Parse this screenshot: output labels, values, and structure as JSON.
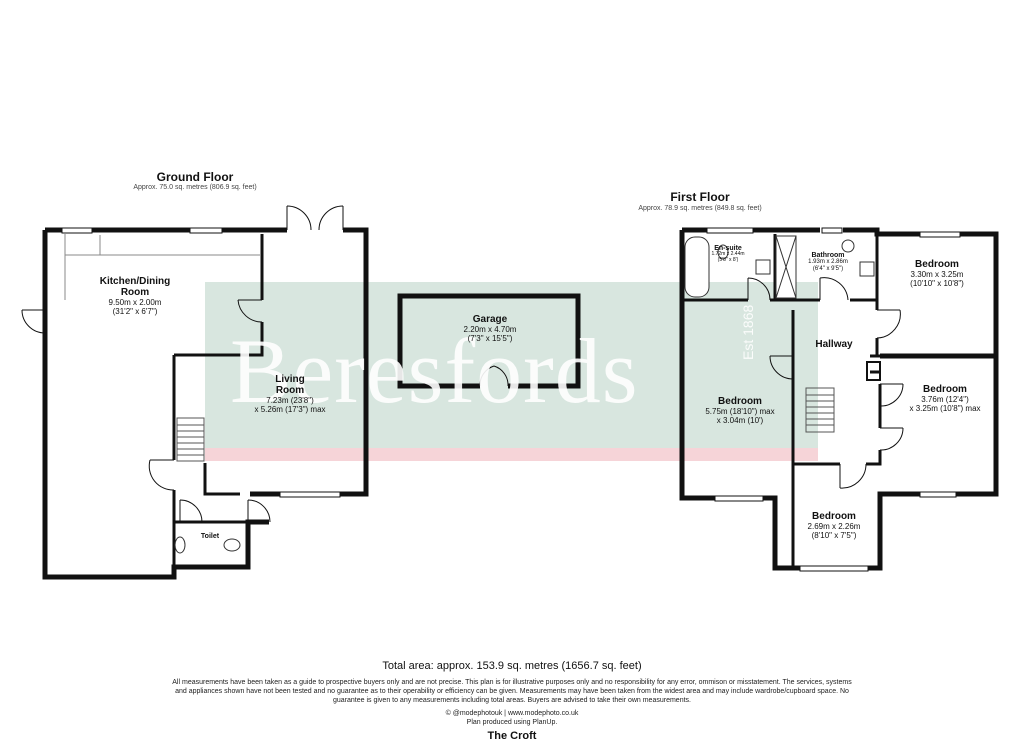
{
  "ground_floor": {
    "title": "Ground Floor",
    "area": "Approx. 75.0 sq. metres (806.9 sq. feet)",
    "rooms": {
      "kitchen": {
        "name_line1": "Kitchen/Dining",
        "name_line2": "Room",
        "dim_metric": "9.50m x 2.00m",
        "dim_imperial": "(31'2\" x 6'7\")"
      },
      "living": {
        "name_line1": "Living",
        "name_line2": "Room",
        "dim_line1": "7.23m (23'8\")",
        "dim_line2": "x 5.26m (17'3\") max"
      },
      "toilet": {
        "name": "Toilet"
      }
    }
  },
  "garage": {
    "name": "Garage",
    "dim_metric": "2.20m x 4.70m",
    "dim_imperial": "(7'3\" x 15'5\")"
  },
  "first_floor": {
    "title": "First Floor",
    "area": "Approx. 78.9 sq. metres (849.8 sq. feet)",
    "rooms": {
      "ensuite": {
        "name": "En-suite",
        "dim_metric": "1.72m x 2.44m",
        "dim_imperial": "(5'8\" x 8')"
      },
      "bathroom": {
        "name": "Bathroom",
        "dim_metric": "1.93m x 2.86m",
        "dim_imperial": "(6'4\" x 9'5\")"
      },
      "bedroom_ne": {
        "name": "Bedroom",
        "dim_metric": "3.30m x 3.25m",
        "dim_imperial": "(10'10\" x 10'8\")"
      },
      "hallway": {
        "name": "Hallway"
      },
      "bedroom_main": {
        "name": "Bedroom",
        "dim_line1": "5.75m (18'10\") max",
        "dim_line2": "x 3.04m (10')"
      },
      "bedroom_e": {
        "name": "Bedroom",
        "dim_line1": "3.76m (12'4\")",
        "dim_line2": "x 3.25m (10'8\") max"
      },
      "bedroom_s": {
        "name": "Bedroom",
        "dim_metric": "2.69m x 2.26m",
        "dim_imperial": "(8'10\" x 7'5\")"
      }
    }
  },
  "watermark": {
    "text": "Beresfords",
    "est": "Est 1868"
  },
  "footer": {
    "total_area": "Total area: approx. 153.9 sq. metres (1656.7 sq. feet)",
    "disclaimer_line1": "All measurements have been taken as a guide to prospective buyers only and are not precise. This plan is for illustrative purposes only and no responsibility for any error, ommison or misstatement. The services, systems",
    "disclaimer_line2": "and appliances shown have not been tested and no guarantee as to their operability or efficiency can be given. Measurements may have been taken from the widest area and may include wardrobe/cupboard space. No",
    "disclaimer_line3": "guarantee is given to any measurements including total areas. Buyers are advised to take their own measurements.",
    "credit_line1": "© @modephotouk | www.modephoto.co.uk",
    "credit_line2": "Plan produced using PlanUp.",
    "property_name": "The Croft"
  },
  "colors": {
    "wall": "#111111",
    "watermark_green": "#d8e6df",
    "watermark_pink": "#f6d4d8",
    "watermark_text": "#ffffff",
    "window": "#ffffff"
  }
}
